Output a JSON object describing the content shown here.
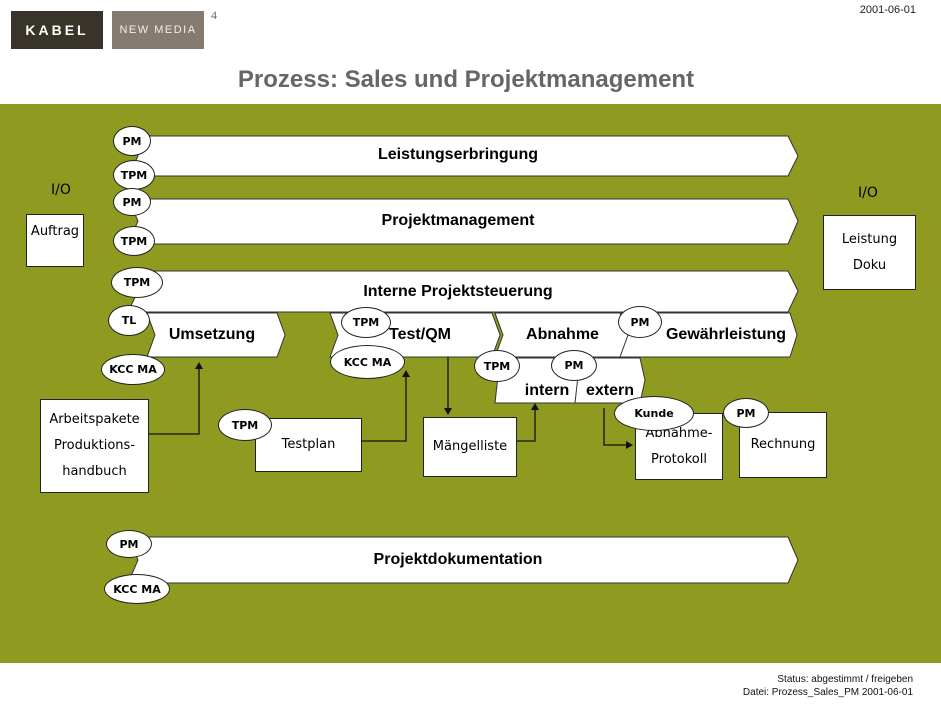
{
  "header": {
    "logo_left": "KABEL",
    "logo_right": "NEW MEDIA",
    "page_number": "4",
    "date": "2001-06-01",
    "title": "Prozess: Sales und Projektmanagement"
  },
  "colors": {
    "background_band": "#8f9a20"
  },
  "io_left": {
    "label": "I/O",
    "box": "Auftrag"
  },
  "io_right": {
    "label": "I/O",
    "box_line1": "Leistung",
    "box_line2": "Doku"
  },
  "bars": {
    "leistung": "Leistungserbringung",
    "pm": "Projektmanagement",
    "steuerung": "Interne Projektsteuerung",
    "umsetzung": "Umsetzung",
    "test": "Test/QM",
    "abnahme": "Abnahme",
    "gewaehr": "Gewährleistung",
    "intern": "intern",
    "extern": "extern",
    "doku": "Projektdokumentation"
  },
  "roles": {
    "r1": "PM",
    "r2": "TPM",
    "r3": "PM",
    "r4": "TPM",
    "r5": "TPM",
    "r6": "TL",
    "r7": "KCC MA",
    "r8": "TPM",
    "r9": "KCC MA",
    "r10": "PM",
    "r11": "TPM",
    "r12": "PM",
    "r13": "TPM",
    "r14": "Kunde",
    "r15": "PM",
    "r16": "PM",
    "r17": "KCC MA"
  },
  "boxes": {
    "arbeitspakete": [
      "Arbeitspakete",
      "Produktions-",
      "handbuch"
    ],
    "testplan": "Testplan",
    "maengelliste": "Mängelliste",
    "protokoll": [
      "Abnahme-",
      "Protokoll"
    ],
    "rechnung": "Rechnung"
  },
  "footer": {
    "status": "Status: abgestimmt / freigeben",
    "file": "Datei: Prozess_Sales_PM 2001-06-01"
  }
}
